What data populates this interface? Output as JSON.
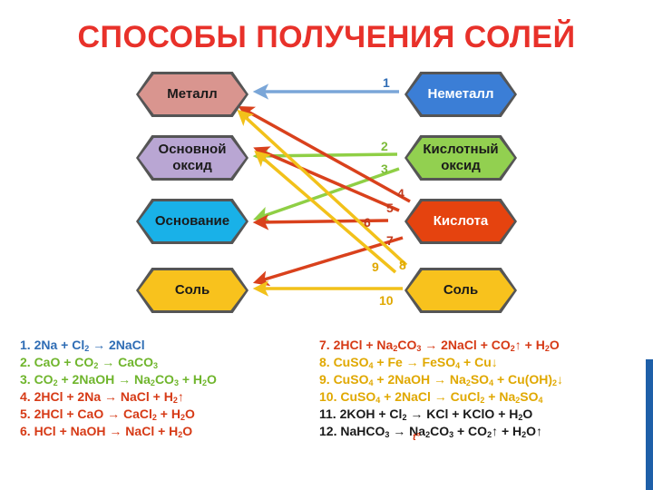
{
  "title": "СПОСОБЫ ПОЛУЧЕНИЯ СОЛЕЙ",
  "left_boxes": [
    {
      "lines": [
        "Металл"
      ],
      "color": "#d9958f"
    },
    {
      "lines": [
        "Основной",
        "оксид"
      ],
      "color": "#b9a6d3"
    },
    {
      "lines": [
        "Основание"
      ],
      "color": "#19b1e8"
    },
    {
      "lines": [
        "Соль"
      ],
      "color": "#f8c21d"
    }
  ],
  "right_boxes": [
    {
      "lines": [
        "Неметалл"
      ],
      "color": "#3b7ed6"
    },
    {
      "lines": [
        "Кислотный",
        "оксид"
      ],
      "color": "#92d050"
    },
    {
      "lines": [
        "Кислота"
      ],
      "color": "#e5430f"
    },
    {
      "lines": [
        "Соль"
      ],
      "color": "#f8c21d"
    }
  ],
  "arrow_numbers": [
    "1",
    "2",
    "3",
    "4",
    "5",
    "6",
    "7",
    "8",
    "9",
    "10"
  ],
  "colors": {
    "title": "#e8312a",
    "blue": "#7aa6d8",
    "green": "#8fcf45",
    "orange_red": "#d9411c",
    "yellow": "#f2c11a",
    "num_blue": "#2f6db5",
    "num_green": "#7dbb3a",
    "num_red": "#c23a1c",
    "num_yellow": "#e0a800"
  },
  "equations_left": [
    [
      {
        "t": "1. 2Na + Cl"
      },
      {
        "s": "2"
      },
      {
        "t": " → 2NaCl"
      }
    ],
    [
      {
        "t": "2. CaO + CO"
      },
      {
        "s": "2"
      },
      {
        "t": " → CaCO"
      },
      {
        "s": "3"
      }
    ],
    [
      {
        "t": "3. CO"
      },
      {
        "s": "2"
      },
      {
        "t": " + 2NaOH → Na"
      },
      {
        "s": "2"
      },
      {
        "t": "CO"
      },
      {
        "s": "3"
      },
      {
        "t": " + H"
      },
      {
        "s": "2"
      },
      {
        "t": "O"
      }
    ],
    [
      {
        "t": "4. 2HCl + 2Na → NaCl + H"
      },
      {
        "s": "2"
      },
      {
        "t": "↑"
      }
    ],
    [
      {
        "t": "5. 2HCl + CaO → CaCl"
      },
      {
        "s": "2"
      },
      {
        "t": " + H"
      },
      {
        "s": "2"
      },
      {
        "t": "O"
      }
    ],
    [
      {
        "t": "6. HCl + NaOH → NaCl + H"
      },
      {
        "s": "2"
      },
      {
        "t": "O"
      }
    ]
  ],
  "equations_right": [
    [
      {
        "t": "7. 2HCl + Na"
      },
      {
        "s": "2"
      },
      {
        "t": "CO"
      },
      {
        "s": "3"
      },
      {
        "t": " → 2NaCl + CO"
      },
      {
        "s": "2"
      },
      {
        "t": "↑ + H"
      },
      {
        "s": "2"
      },
      {
        "t": "O"
      }
    ],
    [
      {
        "t": "8. CuSO"
      },
      {
        "s": "4"
      },
      {
        "t": " + Fe → FeSO"
      },
      {
        "s": "4"
      },
      {
        "t": " + Cu↓"
      }
    ],
    [
      {
        "t": "9. CuSO"
      },
      {
        "s": "4"
      },
      {
        "t": " + 2NaOH → Na"
      },
      {
        "s": "2"
      },
      {
        "t": "SO"
      },
      {
        "s": "4"
      },
      {
        "t": " + Cu(OH)"
      },
      {
        "s": "2"
      },
      {
        "t": "↓"
      }
    ],
    [
      {
        "t": "10. CuSO"
      },
      {
        "s": "4"
      },
      {
        "t": " + 2NaCl → CuCl"
      },
      {
        "s": "2"
      },
      {
        "t": " + Na"
      },
      {
        "s": "2"
      },
      {
        "t": "SO"
      },
      {
        "s": "4"
      }
    ],
    [
      {
        "t": "11. 2KOH + Cl"
      },
      {
        "s": "2"
      },
      {
        "t": " → KCl + KClO + H"
      },
      {
        "s": "2"
      },
      {
        "t": "O"
      }
    ],
    [
      {
        "t": "12. NaHCO"
      },
      {
        "s": "3"
      },
      {
        "t": " → Na"
      },
      {
        "s": "2"
      },
      {
        "t": "CO"
      },
      {
        "s": "3"
      },
      {
        "t": " + CO"
      },
      {
        "s": "2"
      },
      {
        "t": "↑ + H"
      },
      {
        "s": "2"
      },
      {
        "t": "O↑"
      }
    ]
  ],
  "equation_colors_left": [
    "#2f6db5",
    "#6fb52c",
    "#6fb52c",
    "#d63a16",
    "#d63a16",
    "#d63a16"
  ],
  "equation_colors_right": [
    "#d63a16",
    "#e0a800",
    "#e0a800",
    "#e0a800",
    "#1a1a1a",
    "#1a1a1a"
  ],
  "note_mark": "t°"
}
